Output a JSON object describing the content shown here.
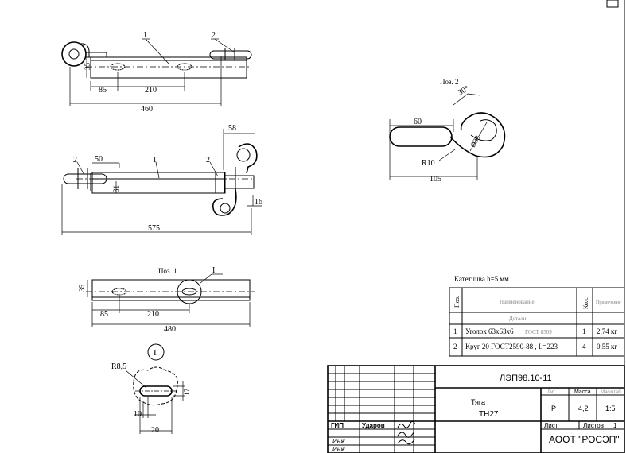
{
  "drawing": {
    "top_view": {
      "callouts": [
        "1",
        "2"
      ],
      "dims": [
        "35",
        "85",
        "210",
        "460"
      ]
    },
    "side_view": {
      "callouts": [
        "2",
        "1",
        "2"
      ],
      "dims": [
        "50",
        "31",
        "58",
        "16",
        "575"
      ]
    },
    "pos1": {
      "title": "Поз. 1",
      "detail_callout": "I",
      "dims": [
        "35",
        "85",
        "210",
        "480"
      ]
    },
    "detail": {
      "callout": "I",
      "dims": [
        "R8,5",
        "17",
        "10",
        "20"
      ]
    },
    "pos2": {
      "title": "Поз. 2",
      "dims": [
        "60",
        "30°",
        "Ø38",
        "R10",
        "105"
      ]
    },
    "weld_note": "Катет шва h=5 мм."
  },
  "spec_table": {
    "headers": {
      "pos": "Поз.",
      "name": "Наименование",
      "qty": "Кол.",
      "note": "Примечание"
    },
    "group_label": "Детали",
    "rows": [
      {
        "pos": "1",
        "name": "Уголок 63х63х6",
        "name_extra": "ГОСТ 8509",
        "qty": "1",
        "mass": "2,74 кг"
      },
      {
        "pos": "2",
        "name": "Круг 20 ГОСТ2590-88 , L=223",
        "name_extra": "",
        "qty": "4",
        "mass": "0,55 кг"
      }
    ]
  },
  "title_block": {
    "code": "ЛЭП98.10-11",
    "item_title": "Тяга",
    "item_code": "ТН27",
    "stage_header": "Лит.",
    "mass_header": "Масса",
    "scale_header": "Масштаб",
    "stage": "Р",
    "mass": "4,2",
    "scale": "1:5",
    "sheet_label": "Лист",
    "sheets_label": "Листов",
    "sheets_value": "1",
    "company": "АООТ \"РОСЭП\"",
    "roles": [
      {
        "role": "ГИП",
        "name": "Ударов"
      },
      {
        "role": "Инж.",
        "name": ""
      },
      {
        "role": "Инж.",
        "name": ""
      }
    ]
  }
}
